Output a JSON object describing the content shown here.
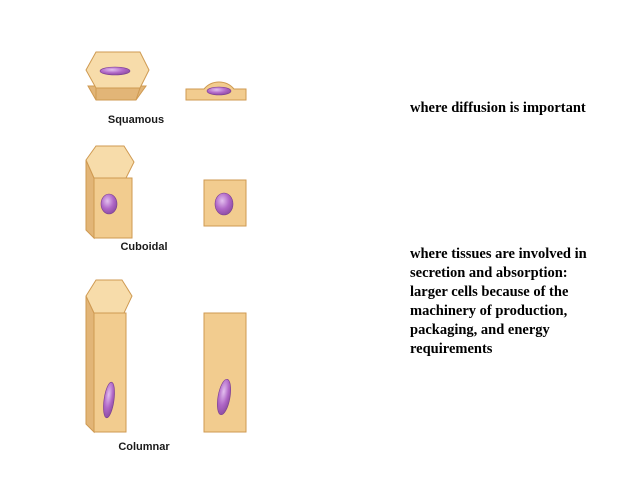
{
  "cell_types": [
    {
      "label": "Squamous",
      "note": [
        "where diffusion is important"
      ]
    },
    {
      "label": "Cuboidal",
      "note": []
    },
    {
      "label": "Columnar",
      "note": [
        "where tissues are involved in",
        "secretion and absorption:",
        "larger cells because of the",
        "machinery of production,",
        "packaging, and energy",
        "requirements"
      ]
    }
  ],
  "colors": {
    "cell_fill": "#f2cc8f",
    "cell_top": "#f7dcaa",
    "cell_side": "#e2b577",
    "cell_edge": "#cf9a52",
    "nucleus": "#b067c7",
    "nucleus_highlight": "#e3c0ef",
    "nucleus_edge": "#7a3f8f"
  }
}
